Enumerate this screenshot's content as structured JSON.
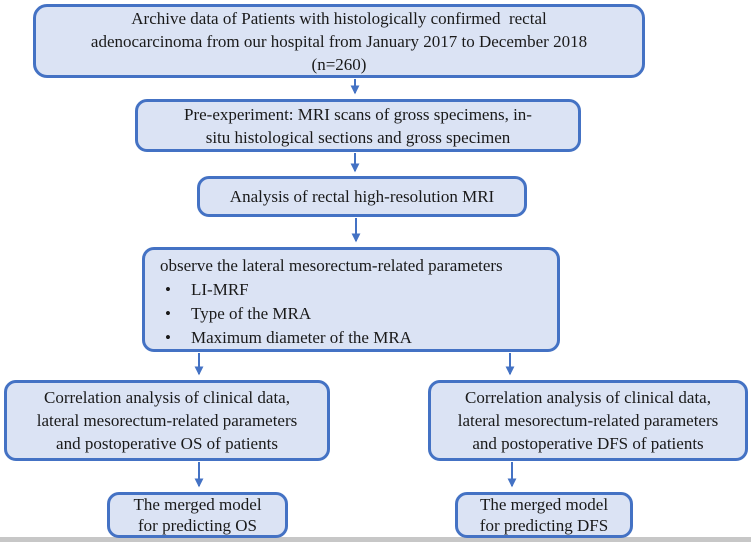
{
  "theme": {
    "box-border": "#4472c4",
    "box-fill": "#dbe3f4",
    "arrow": "#4472c4",
    "text": "#1a1a1a",
    "background": "#ffffff"
  },
  "flowchart": {
    "archive": {
      "lines": [
        "Archive data of Patients with histologically confirmed  rectal",
        "adenocarcinoma from our hospital from January 2017 to December 2018",
        "(n=260)"
      ]
    },
    "preexperiment": {
      "lines": [
        "Pre-experiment: MRI scans of gross specimens, in-",
        "situ histological sections and gross specimen"
      ]
    },
    "analysis": {
      "lines": [
        "Analysis of rectal high-resolution MRI"
      ]
    },
    "parameters": {
      "heading": "observe the lateral mesorectum-related parameters",
      "bullet": "•",
      "items": [
        "LI-MRF",
        "Type of the MRA",
        "Maximum diameter of the MRA"
      ]
    },
    "correlation_os": {
      "lines": [
        "Correlation analysis of clinical data,",
        "lateral mesorectum-related parameters",
        "and postoperative OS of patients"
      ]
    },
    "correlation_dfs": {
      "lines": [
        "Correlation analysis of clinical data,",
        "lateral mesorectum-related parameters",
        "and postoperative DFS of patients"
      ]
    },
    "merged_os": {
      "lines": [
        "The merged model",
        "for predicting OS"
      ]
    },
    "merged_dfs": {
      "lines": [
        "The merged model",
        "for predicting DFS"
      ]
    }
  }
}
